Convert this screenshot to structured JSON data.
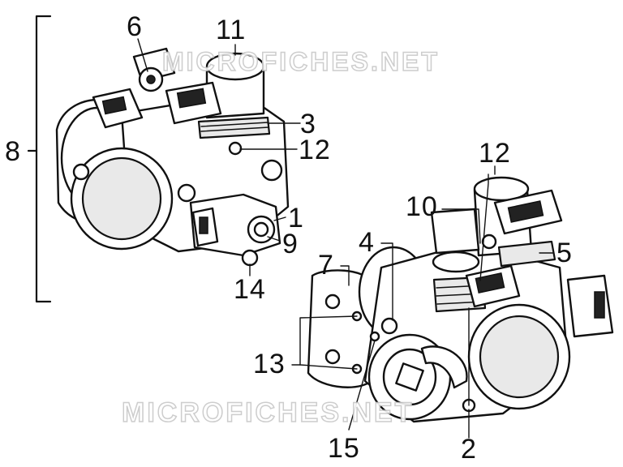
{
  "watermark": {
    "top": "MICROFICHES.NET",
    "bottom": "MICROFICHES.NET"
  },
  "callouts": {
    "c1": "1",
    "c2": "2",
    "c3": "3",
    "c4": "4",
    "c5": "5",
    "c6": "6",
    "c7": "7",
    "c8": "8",
    "c9": "9",
    "c10": "10",
    "c11": "11",
    "c12a": "12",
    "c12b": "12",
    "c13": "13",
    "c14": "14",
    "c15": "15"
  }
}
